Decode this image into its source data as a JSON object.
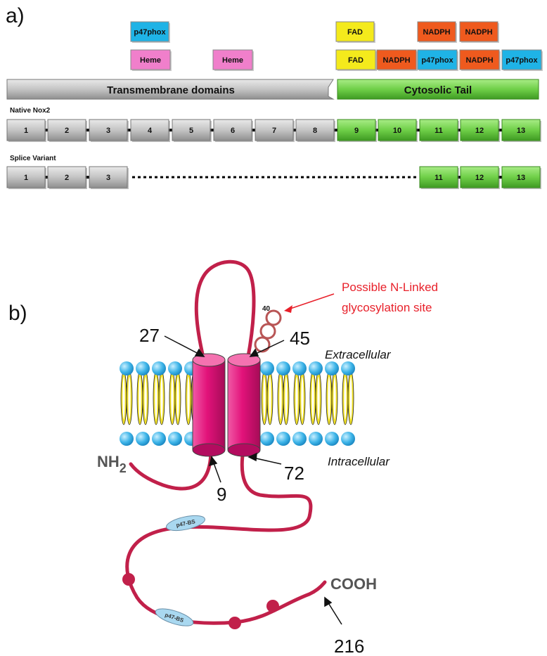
{
  "panel_a": {
    "label": "a)",
    "domain_boxes_row1": [
      {
        "text": "p47phox",
        "color": "#1fb3e6"
      },
      {
        "text": "FAD",
        "color": "#f4ea1c"
      },
      {
        "text": "NADPH",
        "color": "#ef5a1e"
      },
      {
        "text": "NADPH",
        "color": "#ef5a1e"
      }
    ],
    "domain_boxes_row2": [
      {
        "text": "Heme",
        "color": "#f07fcb"
      },
      {
        "text": "Heme",
        "color": "#f07fcb"
      },
      {
        "text": "FAD",
        "color": "#f4ea1c"
      },
      {
        "text": "NADPH",
        "color": "#ef5a1e"
      },
      {
        "text": "p47phox",
        "color": "#1fb3e6"
      },
      {
        "text": "NADPH",
        "color": "#ef5a1e"
      },
      {
        "text": "p47phox",
        "color": "#1fb3e6"
      }
    ],
    "bar_tm": {
      "text": "Transmembrane domains",
      "color": "#bdbdbd"
    },
    "bar_cyto": {
      "text": "Cytosolic Tail",
      "color": "#7fd35a"
    },
    "native_label": "Native  Nox2",
    "native_exons": [
      "1",
      "2",
      "3",
      "4",
      "5",
      "6",
      "7",
      "8",
      "9",
      "10",
      "11",
      "12",
      "13"
    ],
    "splice_label": "Splice Variant",
    "splice_exons_left": [
      "1",
      "2",
      "3"
    ],
    "splice_exons_right": [
      "11",
      "12",
      "13"
    ]
  },
  "panel_b": {
    "label": "b)",
    "glyco_label_line1": "Possible N-Linked",
    "glyco_label_line2": "glycosylation site",
    "site_number": "40",
    "num_27": "27",
    "num_45": "45",
    "num_9": "9",
    "num_72": "72",
    "num_216": "216",
    "extracellular": "Extracellular",
    "intracellular": "Intracellular",
    "nh2": "NH",
    "nh2_sub": "2",
    "cooh": "COOH",
    "bs_label_1": "p47-BS",
    "bs_label_2": "p47-BS",
    "colors": {
      "protein": "#c1204a",
      "helix": "#e0197a",
      "lipid_head": "#35aee4",
      "lipid_tail": "#f2e22a"
    }
  }
}
